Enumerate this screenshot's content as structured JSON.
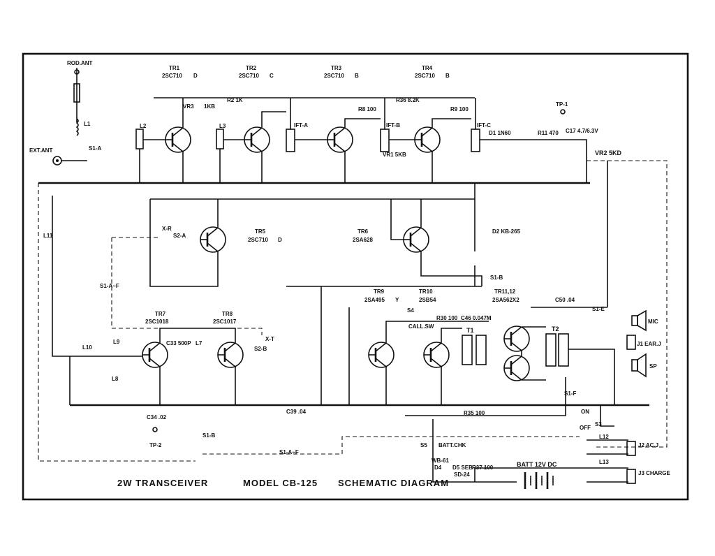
{
  "diagram": {
    "title_left": "2W TRANSCEIVER",
    "title_model": "MODEL CB-125",
    "title_right": "SCHEMATIC DIAGRAM",
    "transistors": [
      {
        "ref": "TR1",
        "part": "2SC710",
        "code": "D"
      },
      {
        "ref": "TR2",
        "part": "2SC710",
        "code": "C"
      },
      {
        "ref": "TR3",
        "part": "2SC710",
        "code": "B"
      },
      {
        "ref": "TR4",
        "part": "2SC710",
        "code": "B"
      },
      {
        "ref": "TR5",
        "part": "2SC710",
        "code": "D"
      },
      {
        "ref": "TR6",
        "part": "2SA628",
        "code": ""
      },
      {
        "ref": "TR7",
        "part": "2SC1018",
        "code": ""
      },
      {
        "ref": "TR8",
        "part": "2SC1017",
        "code": ""
      },
      {
        "ref": "TR9",
        "part": "2SA495",
        "code": "Y"
      },
      {
        "ref": "TR10",
        "part": "2SB54",
        "code": ""
      },
      {
        "ref": "TR11,12",
        "part": "2SA562X2",
        "code": ""
      }
    ],
    "labels": {
      "rod_ant": "ROD.ANT",
      "ext_ant": "EXT.ANT",
      "tp1": "TP-1",
      "tp2": "TP-2",
      "vr2": "VR2  5KD",
      "vr1": "VR1 5KB",
      "vr3": "VR3",
      "vr3_val": "1KB",
      "ift_a": "IFT-A",
      "ift_b": "IFT-B",
      "ift_c": "IFT-C",
      "d1": "D1  1N60",
      "d2": "D2  KB-265",
      "c17": "C17  4.7/6.3V",
      "r11": "R11 470",
      "r2": "R2 1K",
      "r36": "R36  8.2K",
      "r8": "R8 100",
      "r9": "R9 100",
      "x_r": "X-R",
      "x_t": "X-T",
      "s2a": "S2-A",
      "s2b": "S2-B",
      "s1a": "S1-A",
      "s1b": "S1-B",
      "s1e": "S1-E",
      "s1f": "S1-F",
      "s1ae": "S1-A~F",
      "s3": "S3",
      "s4": "S4",
      "s5": "S5",
      "call_sw": "CALL.SW",
      "batt_chk": "BATT.CHK",
      "batt": "BATT 12V  DC",
      "mic": "MIC",
      "ear": "J1 EAR.J",
      "sp": "SP",
      "j2": "J2 AC.J",
      "j3": "J3 CHARGE",
      "l12": "L12",
      "l13": "L13",
      "t1": "T1",
      "t2": "T2",
      "l1": "L1",
      "l2": "L2",
      "l3": "L3",
      "l7": "L7",
      "l8": "L8",
      "l9": "L9",
      "l10": "L10",
      "l11": "L11",
      "on": "ON",
      "off": "OFF",
      "wb61": "WB-61",
      "d4": "D4",
      "d5": "D5  SEB",
      "sd": "SD-24",
      "c46": "C46  0.047M",
      "c50": "C50  .04",
      "c33": "C33  500P",
      "c34": "C34  .02",
      "c39": "C39  .04",
      "r35": "R35  100",
      "r37": "R37 100",
      "r30": "R30 100"
    }
  }
}
